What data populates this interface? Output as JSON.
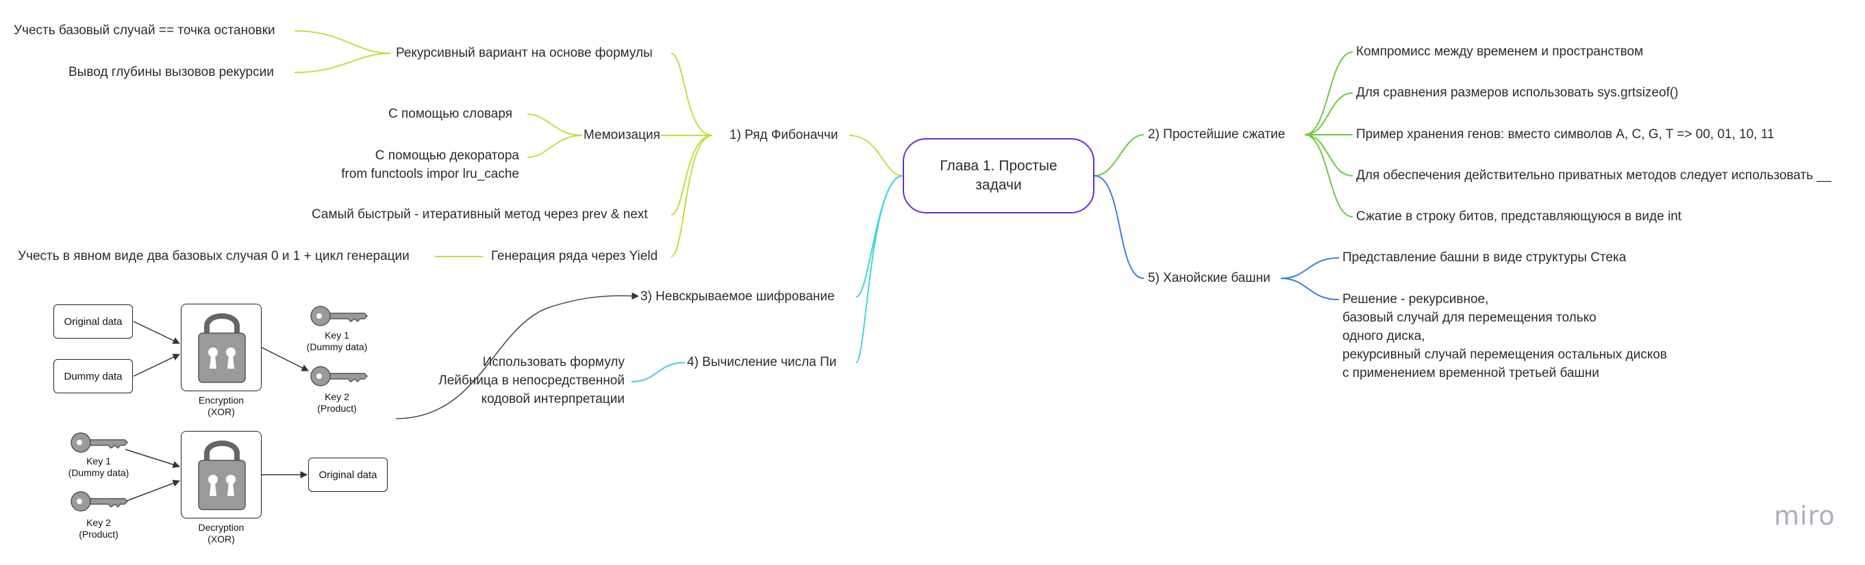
{
  "root": {
    "label": "Глава 1. Простые задачи"
  },
  "branches": {
    "fibonacci": {
      "label": "1) Ряд Фибоначчи",
      "recursive": {
        "label": "Рекурсивный вариант на основе формулы",
        "children": [
          "Учесть базовый случай == точка остановки",
          "Вывод глубины вызовов рекурсии"
        ]
      },
      "memo": {
        "label": "Мемоизация",
        "children": [
          "С помощью словаря",
          "С помощью декоратора\nfrom functools impor lru_cache"
        ]
      },
      "fastest": {
        "label": "Самый быстрый - итеративный метод через prev & next"
      },
      "yield": {
        "label": "Генерация ряда через Yield",
        "children": [
          "Учесть в явном виде два базовых случая 0 и 1 + цикл генерации"
        ]
      }
    },
    "encryption": {
      "label": "3) Невскрываемое шифрование"
    },
    "pi": {
      "label": "4) Вычисление числа Пи",
      "children": [
        "Использовать формулу\nЛейбница в непосредственной\nкодовой интерпретации"
      ]
    },
    "compression": {
      "label": "2) Простейшие сжатие",
      "children": [
        "Компромисс между временем и пространством",
        "Для сравнения размеров использовать sys.grtsizeof()",
        "Пример хранения генов: вместо символов A, C, G, T => 00, 01, 10, 11",
        "Для обеспечения действительно приватных методов следует использовать __",
        "Сжатие в строку битов, представляющуюся в виде int"
      ]
    },
    "hanoi": {
      "label": "5) Ханойские башни",
      "children": [
        "Представление башни в виде структуры Стека",
        "Решение - рекурсивное,\nбазовый случай для перемещения только\nодного диска,\nрекурсивный случай перемещения остальных дисков\nс применением временной третьей башни"
      ]
    }
  },
  "encryption_diagram": {
    "encrypt": {
      "inputs": [
        "Original data",
        "Dummy data"
      ],
      "lock_caption": "Encryption\n(XOR)",
      "keys": [
        "Key 1\n(Dummy data)",
        "Key 2\n(Product)"
      ]
    },
    "decrypt": {
      "keys": [
        "Key 1\n(Dummy data)",
        "Key 2\n(Product)"
      ],
      "lock_caption": "Decryption\n(XOR)",
      "output": "Original data"
    }
  },
  "colors": {
    "root_border": "#6a2bd6",
    "fibonacci": "#c5dd3b",
    "encryption": "#3fd3dc",
    "pi": "#3fd3dc",
    "compression": "#6fc83f",
    "hanoi": "#3a7fe0",
    "connector": "#444444"
  },
  "watermark": "miro"
}
